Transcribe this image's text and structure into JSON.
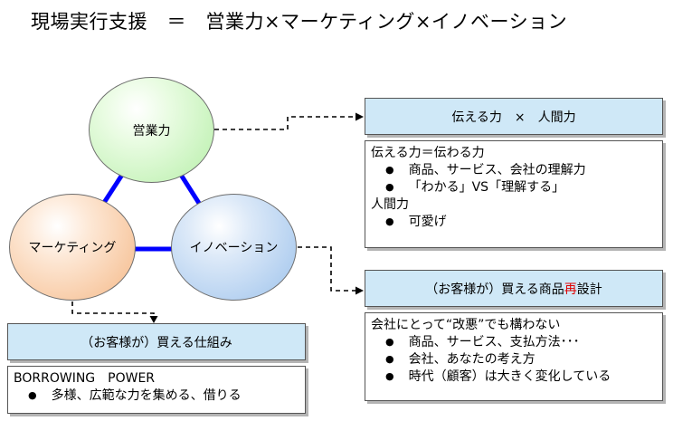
{
  "title": "現場実行支援　＝　営業力×マーケティング×イノベーション",
  "circles": {
    "sales": "営業力",
    "marketing": "マーケティング",
    "innovation": "イノベーション"
  },
  "box_communication": {
    "header": "伝える力　×　人間力",
    "lines": [
      {
        "type": "text",
        "text": "伝える力＝伝わる力"
      },
      {
        "type": "bullet",
        "text": "商品、サービス、会社の理解力"
      },
      {
        "type": "bullet",
        "text": "「わかる」VS「理解する」"
      },
      {
        "type": "text",
        "text": "人間力"
      },
      {
        "type": "bullet",
        "text": "可愛げ"
      }
    ]
  },
  "box_redesign": {
    "header_pre": "（お客様が）買える商品",
    "header_red": "再",
    "header_post": "設計",
    "lines": [
      {
        "type": "text",
        "text": "会社にとって“改悪”でも構わない"
      },
      {
        "type": "bullet",
        "text": "商品、サービス、支払方法･･･"
      },
      {
        "type": "bullet",
        "text": "会社、あなたの考え方"
      },
      {
        "type": "bullet",
        "text": "時代（顧客）は大きく変化している"
      }
    ]
  },
  "box_mechanism": {
    "header": "（お客様が）買える仕組み",
    "lines": [
      {
        "type": "text",
        "text": "BORROWING　POWER"
      },
      {
        "type": "bullet",
        "text": "多様、広範な力を集める、借りる"
      }
    ]
  },
  "colors": {
    "triangle_link": "#0000ff",
    "header_fill": "#cfe8f7",
    "accent_red": "#e00000"
  }
}
